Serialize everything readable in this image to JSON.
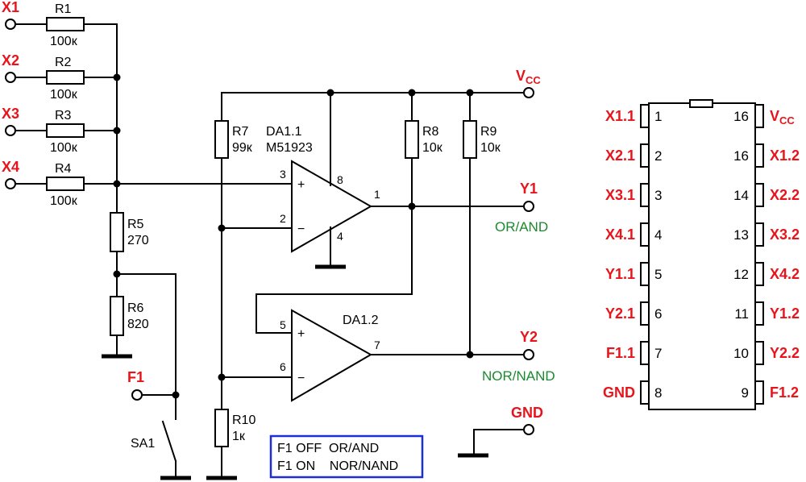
{
  "inputs": {
    "x1": "X1",
    "x2": "X2",
    "x3": "X3",
    "x4": "X4",
    "f1": "F1",
    "vcc_main": "V",
    "vcc_sub": "CC",
    "y1": "Y1",
    "y2": "Y2",
    "gnd": "GND"
  },
  "outputs": {
    "y1_func": "OR/AND",
    "y2_func": "NOR/NAND"
  },
  "resistors": {
    "r1": {
      "name": "R1",
      "value": "100к"
    },
    "r2": {
      "name": "R2",
      "value": "100к"
    },
    "r3": {
      "name": "R3",
      "value": "100к"
    },
    "r4": {
      "name": "R4",
      "value": "100к"
    },
    "r5": {
      "name": "R5",
      "value": "270"
    },
    "r6": {
      "name": "R6",
      "value": "820"
    },
    "r7": {
      "name": "R7",
      "value": "99к"
    },
    "r8": {
      "name": "R8",
      "value": "10к"
    },
    "r9": {
      "name": "R9",
      "value": "10к"
    },
    "r10": {
      "name": "R10",
      "value": "1к"
    }
  },
  "opamps": {
    "da11": {
      "name": "DA1.1",
      "part": "M51923",
      "pin_plus": "3",
      "pin_minus": "2",
      "pin_out": "1",
      "pin_vcc": "8",
      "pin_gnd": "4"
    },
    "da12": {
      "name": "DA1.2",
      "pin_plus": "5",
      "pin_minus": "6",
      "pin_out": "7"
    }
  },
  "switch": {
    "name": "SA1"
  },
  "symbols": {
    "plus": "+",
    "minus": "−"
  },
  "truth_note": {
    "line1": "F1 OFF  OR/AND",
    "line2": "F1 ON    NOR/NAND"
  },
  "ic": {
    "left": [
      {
        "pin": "1",
        "label": "X1.1"
      },
      {
        "pin": "2",
        "label": "X2.1"
      },
      {
        "pin": "3",
        "label": "X3.1"
      },
      {
        "pin": "4",
        "label": "X4.1"
      },
      {
        "pin": "5",
        "label": "Y1.1"
      },
      {
        "pin": "6",
        "label": "Y2.1"
      },
      {
        "pin": "7",
        "label": "F1.1"
      },
      {
        "pin": "8",
        "label": "GND"
      }
    ],
    "right": [
      {
        "pin": "16",
        "label": "V",
        "sub": "CC"
      },
      {
        "pin": "16",
        "label": "X1.2"
      },
      {
        "pin": "14",
        "label": "X2.2"
      },
      {
        "pin": "13",
        "label": "X3.2"
      },
      {
        "pin": "12",
        "label": "X4.2"
      },
      {
        "pin": "11",
        "label": "Y1.2"
      },
      {
        "pin": "10",
        "label": "Y2.2"
      },
      {
        "pin": "9",
        "label": "F1.2"
      }
    ]
  }
}
